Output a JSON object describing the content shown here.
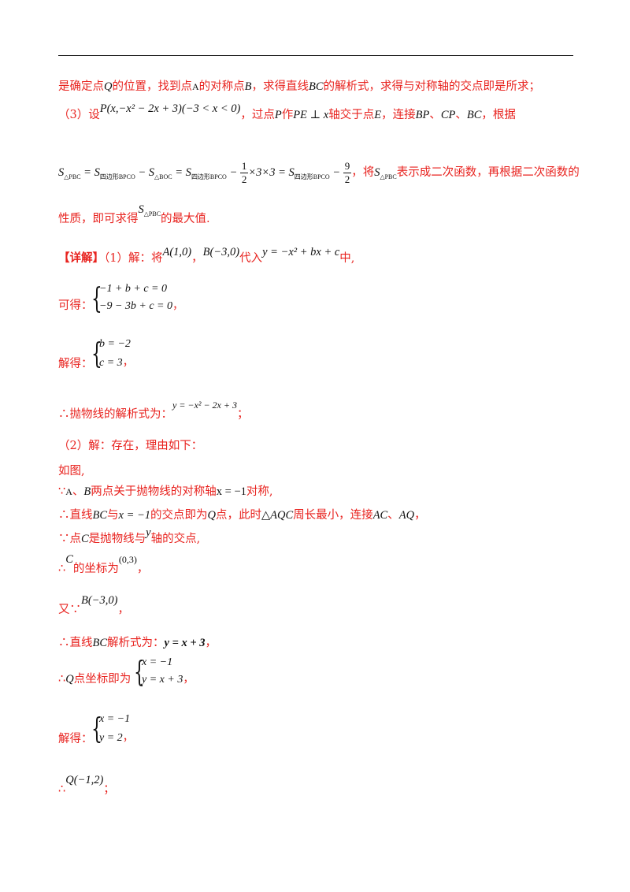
{
  "intro": {
    "t1": "是确定点",
    "t2": "的位置，找到点",
    "t3": "的对称点",
    "t4": "，求得直线",
    "t5": "的解析式，求得与对称轴的交点即是所求；"
  },
  "part3": {
    "label": "（3）设",
    "point_p": "P(x,−x² − 2x + 3)(−3 < x < 0)",
    "t1": "，过点",
    "t2": "作",
    "pe": "PE ⊥ x",
    "t3": "轴交于点",
    "t4": "，连接",
    "t5": "、",
    "t6": "、",
    "t7": "，根据",
    "formula_s1": "S",
    "formula_sub1": "△PBC",
    "formula_eq1": " = S",
    "formula_sub2": "四边形BPCO",
    "formula_m1": " − S",
    "formula_sub3": "△BOC",
    "formula_eq2": " = S",
    "formula_sub4": "四边形BPCO",
    "formula_m2": " − ",
    "frac1_n": "1",
    "frac1_d": "2",
    "formula_m3": "×3×3 = S",
    "formula_sub5": "四边形BPCO",
    "formula_m4": " − ",
    "frac2_n": "9",
    "frac2_d": "2",
    "t8": "，将",
    "s_pbc": "S",
    "s_pbc_sub": "△PBC",
    "t9": "表示成二次函数，再根据二次函数的",
    "t10": "性质，即可求得",
    "t11": "的最大值."
  },
  "detail": {
    "label": "【详解】",
    "t1": "（1）解：将",
    "a": "A(1,0)",
    "comma": "，",
    "b": "B(−3,0)",
    "t2": "代入",
    "eq": "y = −x² + bx + c",
    "t3": "中,",
    "get": "可得：",
    "sys1_l1": "−1 + b + c = 0",
    "sys1_l2": "−9 − 3b + c = 0",
    "sys1_tail": "，",
    "solve": "解得：",
    "sys2_l1": "b = −2",
    "sys2_l2": "c = 3",
    "sys2_tail": "，",
    "parab": "∴抛物线的解析式为：",
    "parab_eq": "y = −x² − 2x + 3",
    "parab_tail": "；"
  },
  "part2": {
    "l1": "（2）解：存在，理由如下：",
    "l2": "如图,",
    "l3a": "∵",
    "l3b": "、",
    "l3c": "两点关于抛物线的对称轴",
    "l3d": "x = −1",
    "l3e": "对称,",
    "l4a": "∴直线",
    "l4b": "与",
    "l4c": "x = −1",
    "l4d": "的交点即为",
    "l4e": "点，此时",
    "l4f": "△AQC",
    "l4g": "周长最小，连接",
    "l4h": "、",
    "l4i": "，",
    "l5a": "∵点",
    "l5b": "是抛物线与",
    "l5c": "轴的交点,",
    "l6a": "∴",
    "l6b": "的坐标为",
    "l6c": "(0,3)",
    "l6d": "，",
    "l7a": "又∵",
    "l7b": "B(−3,0)",
    "l7c": "，",
    "l8a": "∴直线",
    "l8b": "解析式为：",
    "l8c": "y = x + 3",
    "l8d": "，",
    "l9a": "∴",
    "l9b": "点坐标即为",
    "sys3_l1": "x = −1",
    "sys3_l2": "y = x + 3",
    "sys3_tail": "，",
    "solve": "解得：",
    "sys4_l1": "x = −1",
    "sys4_l2": "y = 2",
    "sys4_tail": "，",
    "l11a": "∴",
    "l11b": "Q(−1,2)",
    "l11c": "；"
  },
  "sym": {
    "Q": "Q",
    "A": "A",
    "B": "B",
    "BC": "BC",
    "P": "P",
    "E": "E",
    "BP": "BP",
    "CP": "CP",
    "C": "C",
    "y": "y",
    "AC": "AC",
    "AQ": "AQ"
  },
  "colors": {
    "accent": "#e8231f",
    "math": "#111111",
    "rule": "#1a1a1a"
  }
}
